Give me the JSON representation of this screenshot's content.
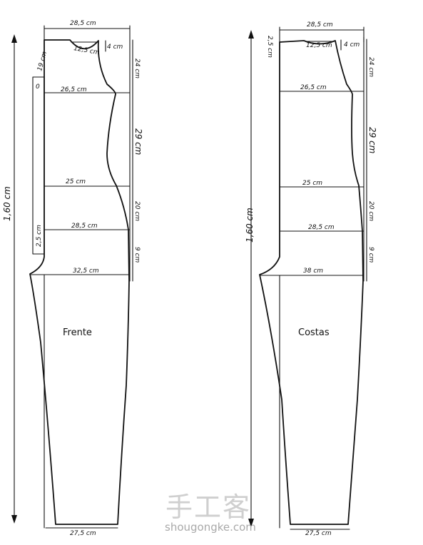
{
  "front": {
    "title": "Frente",
    "total_height": "1,60 cm",
    "widths": {
      "shoulder": "28,5 cm",
      "neck": "12,5 cm",
      "bust": "26,5 cm",
      "waist": "25 cm",
      "hip": "28,5 cm",
      "crotch": "32,5 cm",
      "hem": "27,5 cm"
    },
    "heights": {
      "neck_depth": "4 cm",
      "armhole": "24 cm",
      "bust_to_waist": "29 cm",
      "waist_to_hip": "20 cm",
      "hip_to_crotch": "9 cm",
      "front_neck_drop": "19 cm",
      "crotch_extension": "2,5 cm",
      "zip_marker": "0"
    }
  },
  "back": {
    "title": "Costas",
    "total_height": "1,60 cm",
    "widths": {
      "shoulder": "28,5 cm",
      "neck": "12,5 cm",
      "bust": "26,5 cm",
      "waist": "25 cm",
      "hip": "28,5 cm",
      "crotch": "38 cm",
      "hem": "27,5 cm"
    },
    "heights": {
      "neck_depth": "4 cm",
      "back_neck": "2,5 cm",
      "armhole": "24 cm",
      "bust_to_waist": "29 cm",
      "waist_to_hip": "20 cm",
      "hip_to_crotch": "9 cm"
    }
  },
  "watermark": {
    "chinese": "手工客",
    "url": "shougongke.com"
  }
}
